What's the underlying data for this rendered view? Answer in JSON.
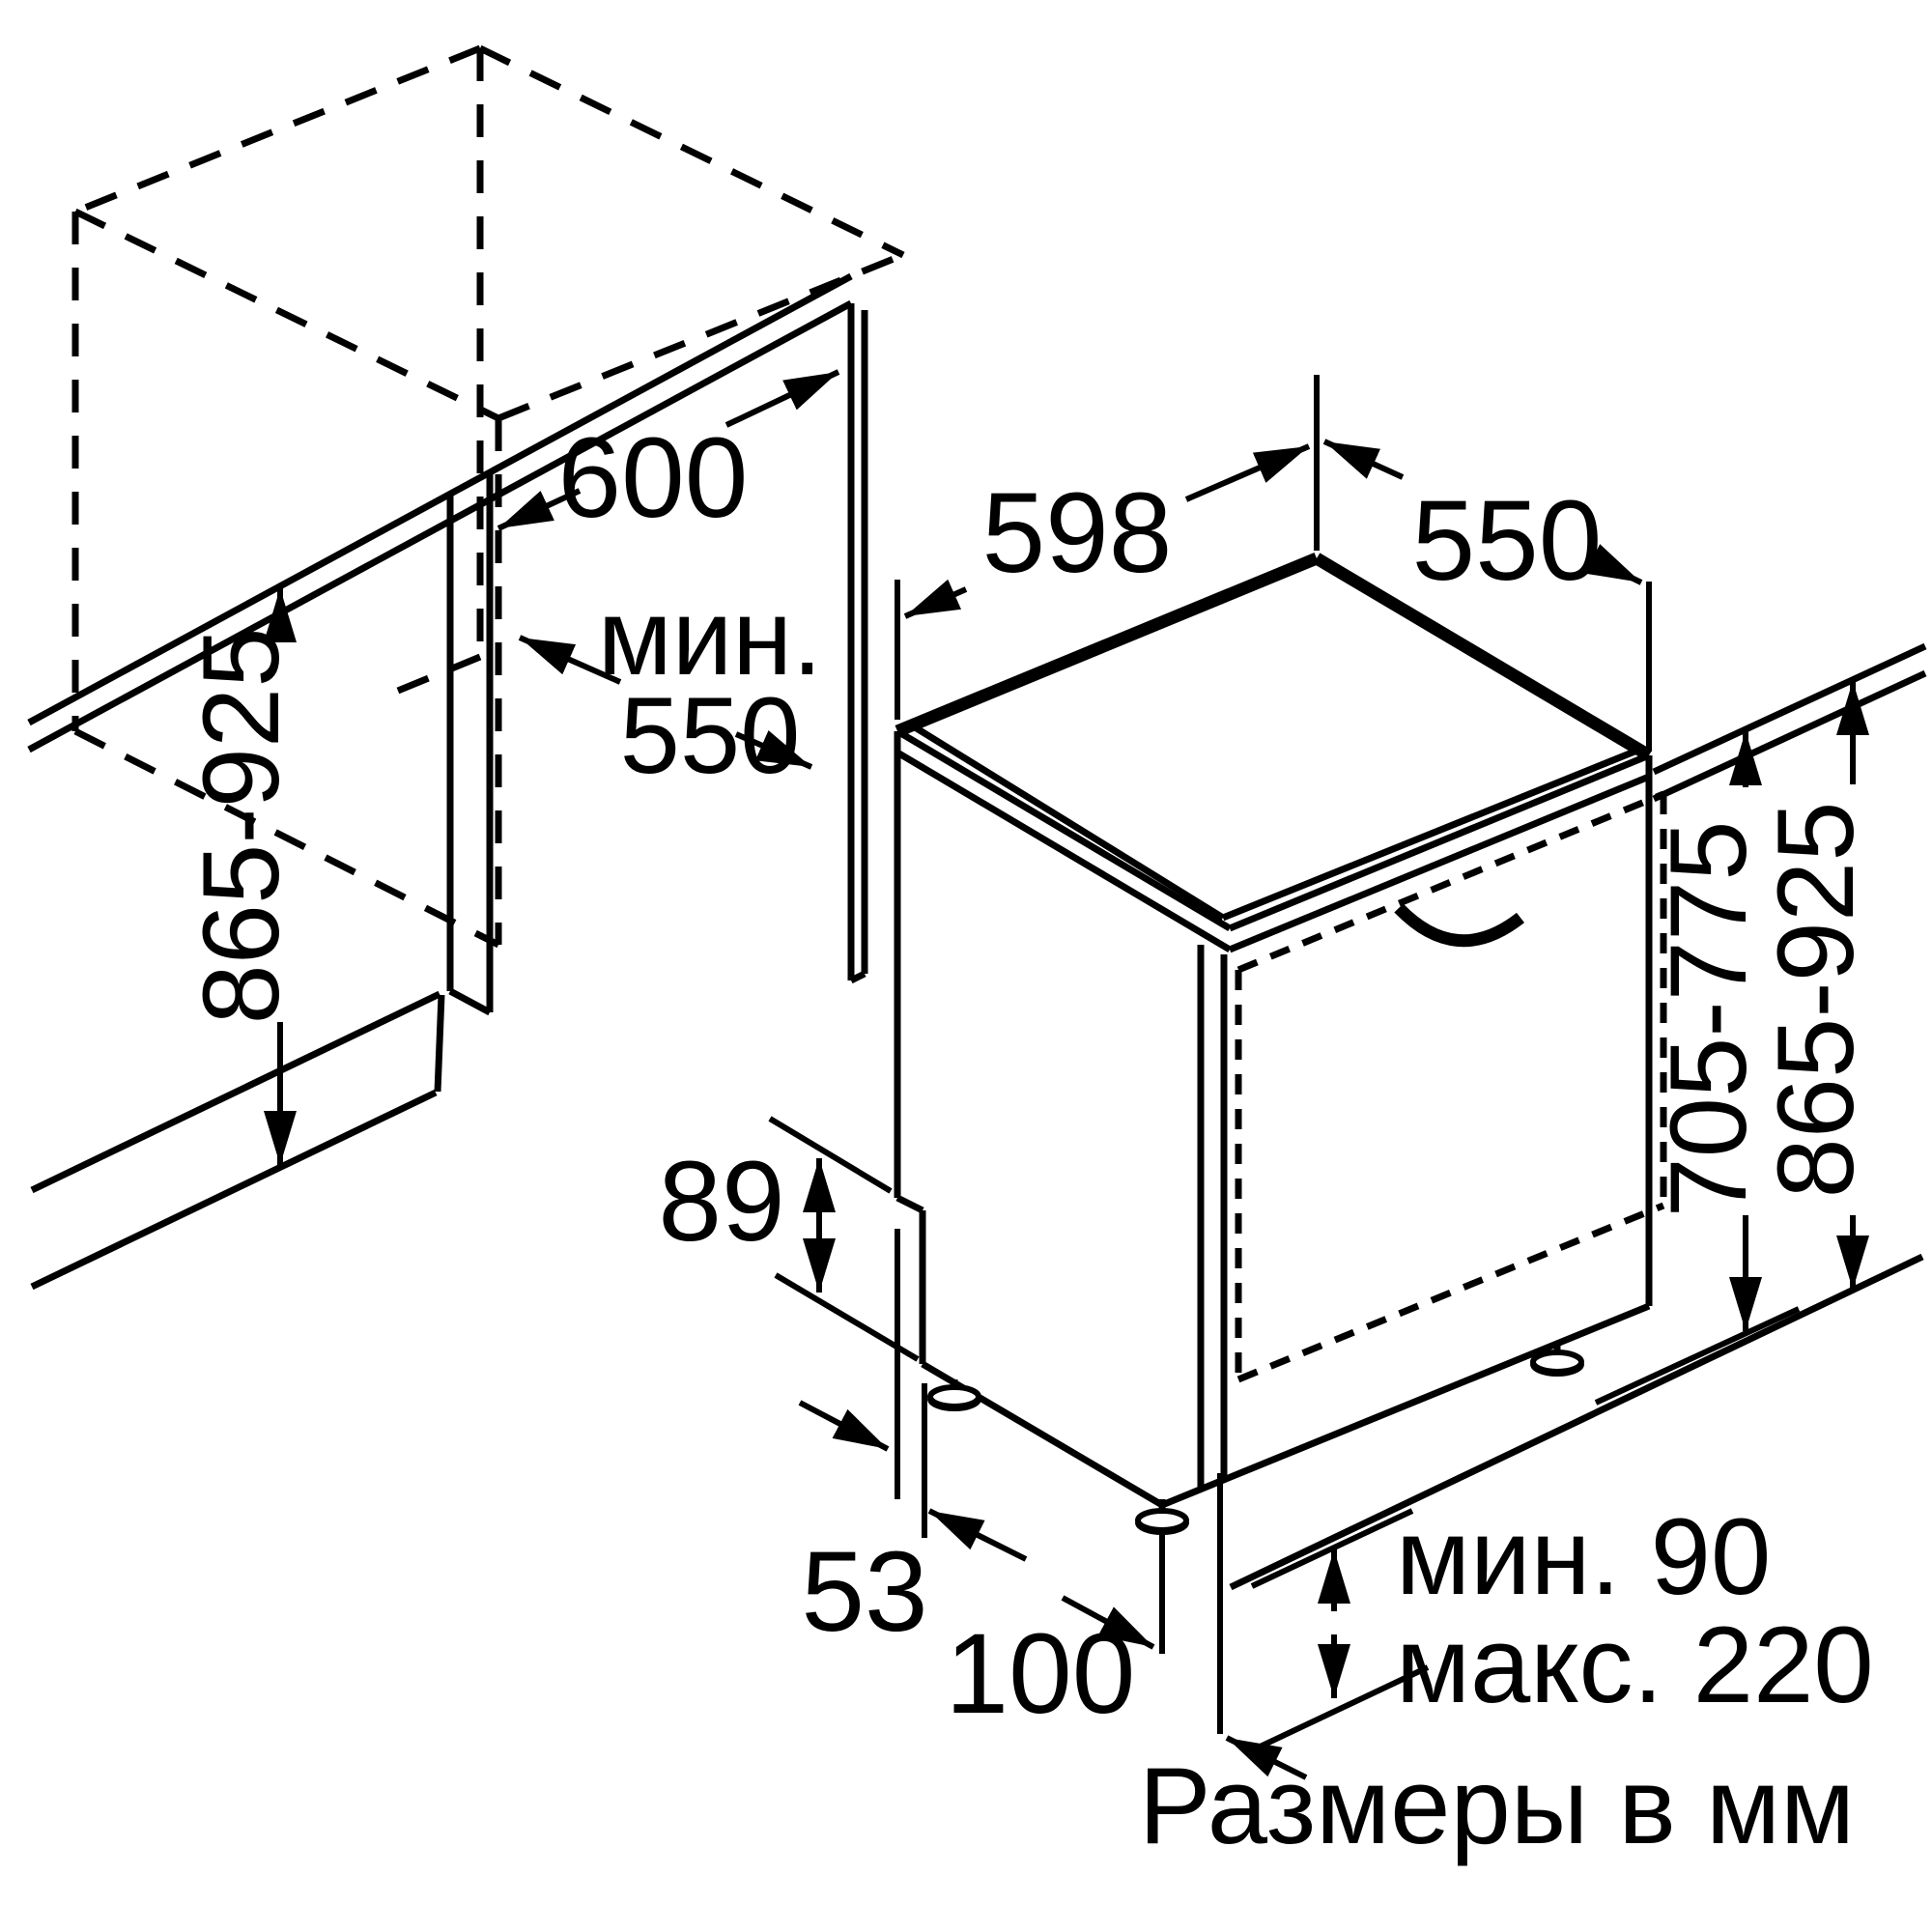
{
  "diagram": {
    "type": "appliance-installation-drawing",
    "subject": "built-in dishwasher niche dimensions",
    "units_caption": "Размеры в мм",
    "dimensions": {
      "niche_width": "600",
      "niche_depth_prefix": "мин.",
      "niche_depth_value": "550",
      "appliance_width": "598",
      "appliance_depth": "550",
      "left_niche_height": "865-925",
      "front_panel_height": "705-775",
      "right_niche_height": "865-925",
      "base_step_height": "89",
      "base_side_inset": "53",
      "base_front_inset": "100",
      "plinth_gap_min": "мин. 90",
      "plinth_gap_max": "макс. 220"
    },
    "colors": {
      "line": "#000000",
      "background": "#ffffff"
    }
  }
}
